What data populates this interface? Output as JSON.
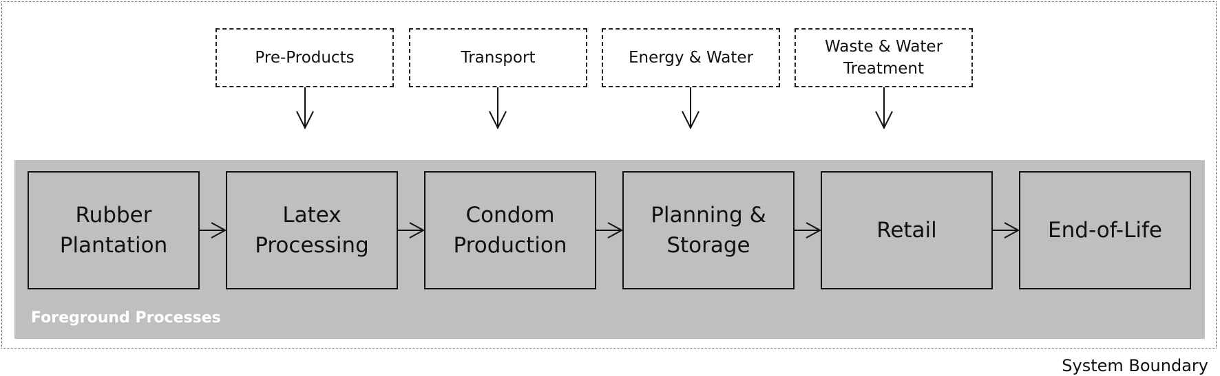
{
  "system_boundary": {
    "label": "System Boundary"
  },
  "foreground": {
    "label": "Foreground Processes"
  },
  "inputs": [
    {
      "label": "Pre-Products"
    },
    {
      "label": "Transport"
    },
    {
      "label": "Energy & Water"
    },
    {
      "label": "Waste & Water Treatment"
    }
  ],
  "processes": [
    {
      "label": "Rubber Plantation"
    },
    {
      "label": "Latex Processing"
    },
    {
      "label": "Condom Production"
    },
    {
      "label": "Planning & Storage"
    },
    {
      "label": "Retail"
    },
    {
      "label": "End-of-Life"
    }
  ],
  "colors": {
    "foreground_fill": "#bfbfbf",
    "stroke": "#111111"
  }
}
